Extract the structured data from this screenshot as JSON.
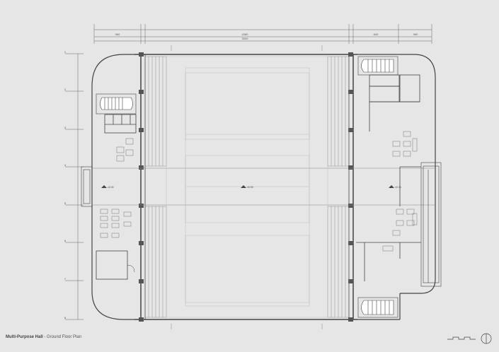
{
  "title_bold": "Multi-Purpose Hall",
  "title_rest": " - Ground Floor Plan",
  "dimensions": {
    "top_total": "4380",
    "top_inner": "3000",
    "top_left": "960",
    "top_right_a": "640",
    "top_right_b": "960"
  },
  "row_labels": [
    "1",
    "2",
    "3",
    "4",
    "5",
    "6",
    "7",
    "8"
  ],
  "level_labels": {
    "left": "±0.00",
    "center": "±0.00",
    "right": "±0.00"
  }
}
